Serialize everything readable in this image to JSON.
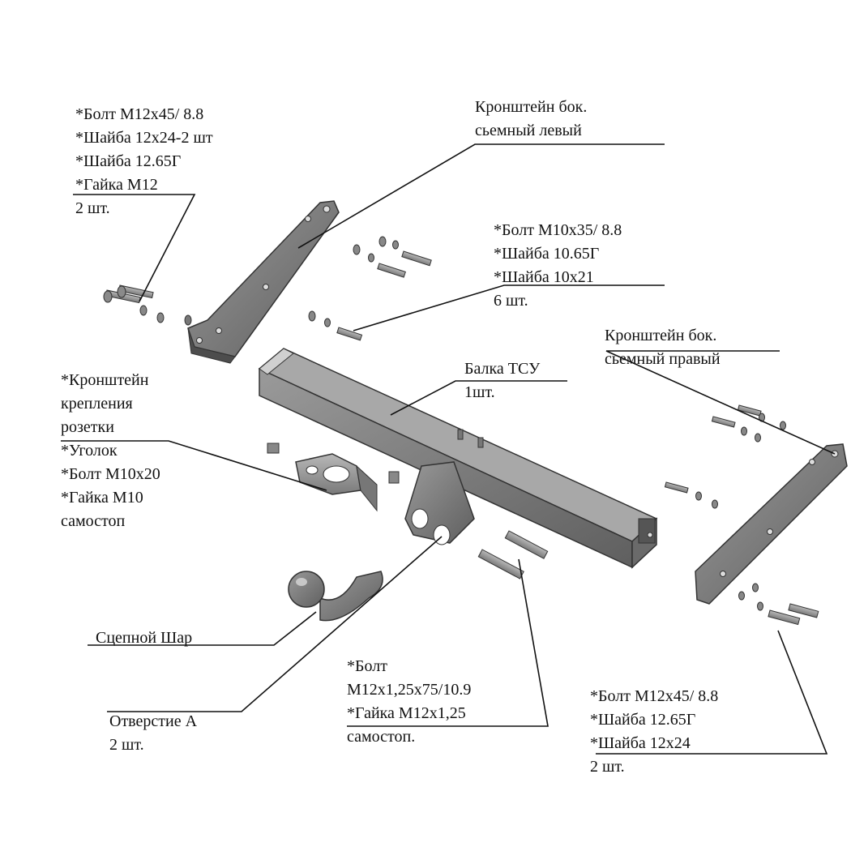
{
  "labels": {
    "bolt_left_top": [
      "*Болт М12х45/ 8.8",
      "*Шайба 12х24-2 шт",
      "*Шайба 12.65Г",
      "*Гайка М12",
      "2 шт."
    ],
    "bracket_left": [
      "Кронштейн бок.",
      "сьемный левый"
    ],
    "bolt_m10": [
      "*Болт М10х35/ 8.8",
      "*Шайба 10.65Г",
      "*Шайба 10х21",
      "6 шт."
    ],
    "bracket_right": [
      "Кронштейн бок.",
      "сьемный правый"
    ],
    "beam": [
      "Балка ТСУ",
      "1шт."
    ],
    "socket_bracket": [
      "*Кронштейн",
      "крепления",
      "розетки",
      "*Уголок",
      "*Болт М10х20",
      "*Гайка М10",
      "самостоп"
    ],
    "ball": [
      "Сцепной Шар"
    ],
    "hole_a": [
      "Отверстие А",
      "2 шт."
    ],
    "bolt_m12_fine": [
      "*Болт",
      "М12х1,25х75/10.9",
      "*Гайка М12х1,25",
      "самостоп."
    ],
    "bolt_right_bottom": [
      "*Болт М12х45/ 8.8",
      "*Шайба 12.65Г",
      "*Шайба 12х24",
      "2 шт."
    ]
  }
}
